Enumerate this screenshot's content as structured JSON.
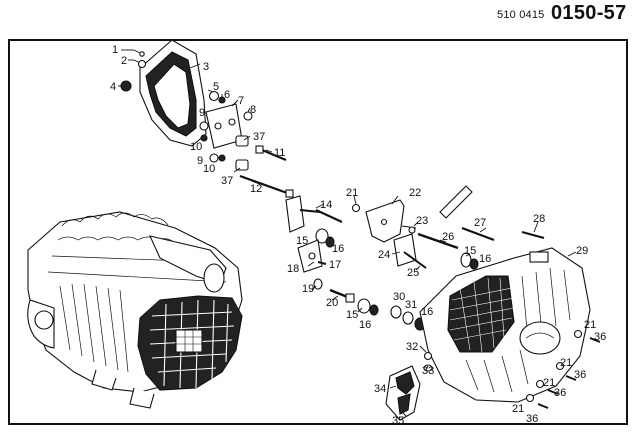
{
  "header": {
    "ref_small": "510 0415",
    "ref_big": "0150-57"
  },
  "callouts": [
    {
      "id": "c1",
      "text": "1"
    },
    {
      "id": "c2",
      "text": "2"
    },
    {
      "id": "c3",
      "text": "3"
    },
    {
      "id": "c4",
      "text": "4"
    },
    {
      "id": "c5",
      "text": "5"
    },
    {
      "id": "c6",
      "text": "6"
    },
    {
      "id": "c7",
      "text": "7"
    },
    {
      "id": "c8",
      "text": "8"
    },
    {
      "id": "c9a",
      "text": "9"
    },
    {
      "id": "c9b",
      "text": "9"
    },
    {
      "id": "c10a",
      "text": "10"
    },
    {
      "id": "c10b",
      "text": "10"
    },
    {
      "id": "c11",
      "text": "11"
    },
    {
      "id": "c12",
      "text": "12"
    },
    {
      "id": "c37a",
      "text": "37"
    },
    {
      "id": "c37b",
      "text": "37"
    },
    {
      "id": "c14",
      "text": "14"
    },
    {
      "id": "c15a",
      "text": "15"
    },
    {
      "id": "c16a",
      "text": "16"
    },
    {
      "id": "c17",
      "text": "17"
    },
    {
      "id": "c18",
      "text": "18"
    },
    {
      "id": "c19",
      "text": "19"
    },
    {
      "id": "c20",
      "text": "20"
    },
    {
      "id": "c15b",
      "text": "15"
    },
    {
      "id": "c16b",
      "text": "16"
    },
    {
      "id": "c21a",
      "text": "21"
    },
    {
      "id": "c22",
      "text": "22"
    },
    {
      "id": "c23",
      "text": "23"
    },
    {
      "id": "c24",
      "text": "24"
    },
    {
      "id": "c25",
      "text": "25"
    },
    {
      "id": "c26",
      "text": "26"
    },
    {
      "id": "c15c",
      "text": "15"
    },
    {
      "id": "c16c",
      "text": "16"
    },
    {
      "id": "c27",
      "text": "27"
    },
    {
      "id": "c28",
      "text": "28"
    },
    {
      "id": "c29",
      "text": "29"
    },
    {
      "id": "c30",
      "text": "30"
    },
    {
      "id": "c31",
      "text": "31"
    },
    {
      "id": "c16d",
      "text": "16"
    },
    {
      "id": "c21b",
      "text": "21"
    },
    {
      "id": "c36a",
      "text": "36"
    },
    {
      "id": "c21c",
      "text": "21"
    },
    {
      "id": "c36b",
      "text": "36"
    },
    {
      "id": "c32",
      "text": "32"
    },
    {
      "id": "c33",
      "text": "33"
    },
    {
      "id": "c21d",
      "text": "21"
    },
    {
      "id": "c36c",
      "text": "36"
    },
    {
      "id": "c21e",
      "text": "21"
    },
    {
      "id": "c36d",
      "text": "36"
    },
    {
      "id": "c34",
      "text": "34"
    },
    {
      "id": "c35",
      "text": "35"
    }
  ]
}
